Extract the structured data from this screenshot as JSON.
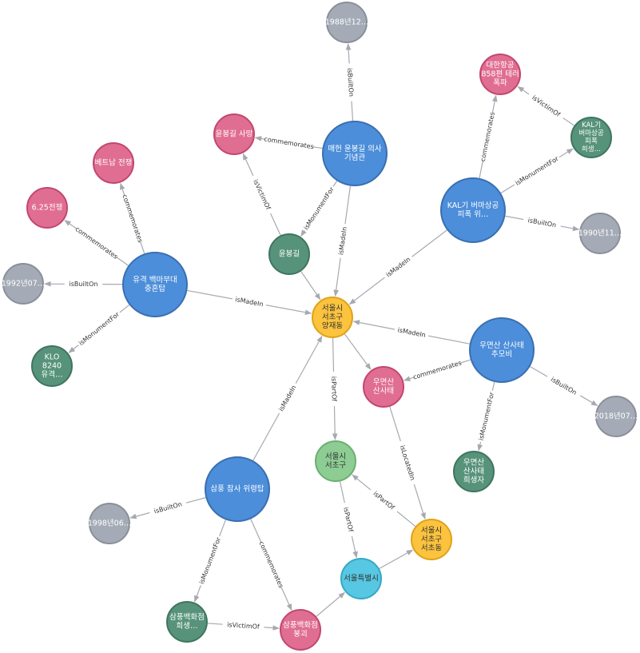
{
  "colors": {
    "monument": "#4c8eda",
    "event": "#e06e92",
    "date": "#a5abb6",
    "victim": "#57937a",
    "place_gold": "#fbc33e",
    "place_green": "#8dcc93",
    "place_cyan": "#57c7e3",
    "edge": "#a6a9b0"
  },
  "nodes": [
    {
      "id": "yangjae",
      "label": "서울시\n서초구\n양재동",
      "kind": "place_gold"
    },
    {
      "id": "yunbong_memorial",
      "label": "매헌 윤봉길 의사\n기념관",
      "kind": "monument"
    },
    {
      "id": "d1988",
      "label": "1988년12…",
      "kind": "date"
    },
    {
      "id": "yunbong_death",
      "label": "윤봉길 사망",
      "kind": "event"
    },
    {
      "id": "yunbonggil",
      "label": "윤봉길",
      "kind": "victim"
    },
    {
      "id": "kal_event",
      "label": "대한항공\n858편 테러\n폭파",
      "kind": "event"
    },
    {
      "id": "kal_victims",
      "label": "KAL기\n버마상공\n피폭\n희생…",
      "kind": "victim"
    },
    {
      "id": "kal_monument",
      "label": "KAL기 버마상공\n피폭 위…",
      "kind": "monument"
    },
    {
      "id": "d1990",
      "label": "1990년11…",
      "kind": "date"
    },
    {
      "id": "vietnam",
      "label": "베트남 전쟁",
      "kind": "event"
    },
    {
      "id": "korean_war",
      "label": "6.25전쟁",
      "kind": "event"
    },
    {
      "id": "d1992",
      "label": "1992년07…",
      "kind": "date"
    },
    {
      "id": "baekma",
      "label": "유격 백마부대\n충혼탑",
      "kind": "monument"
    },
    {
      "id": "klo",
      "label": "KLO\n8240\n유격…",
      "kind": "victim"
    },
    {
      "id": "umyeon_monument",
      "label": "우면산 산사태\n추모비",
      "kind": "monument"
    },
    {
      "id": "umyeon_event",
      "label": "우면산\n산사태",
      "kind": "event"
    },
    {
      "id": "d2018",
      "label": "2018년07…",
      "kind": "date"
    },
    {
      "id": "umyeon_victims",
      "label": "우면산\n산사태\n희생자",
      "kind": "victim"
    },
    {
      "id": "seocho",
      "label": "서울시\n서초구",
      "kind": "place_green"
    },
    {
      "id": "sampoong_monument",
      "label": "삼풍 참사 위령탑",
      "kind": "monument"
    },
    {
      "id": "d1998",
      "label": "1998년06…",
      "kind": "date"
    },
    {
      "id": "seoul",
      "label": "서울특별시",
      "kind": "place_cyan"
    },
    {
      "id": "seochodong",
      "label": "서울시\n서초구\n서초동",
      "kind": "place_gold"
    },
    {
      "id": "sampoong_victims",
      "label": "삼풍백화점\n희생…",
      "kind": "victim"
    },
    {
      "id": "sampoong_collapse",
      "label": "삼풍백화점\n붕괴",
      "kind": "event"
    }
  ],
  "edges": [
    {
      "from": "yunbong_memorial",
      "to": "d1988",
      "label": "isBuiltOn"
    },
    {
      "from": "yunbong_memorial",
      "to": "yunbong_death",
      "label": "commemorates"
    },
    {
      "from": "yunbong_memorial",
      "to": "yunbonggil",
      "label": "isMonumentFor"
    },
    {
      "from": "yunbong_memorial",
      "to": "yangjae",
      "label": "isMadeIn"
    },
    {
      "from": "yunbonggil",
      "to": "yunbong_death",
      "label": "isVictimOf"
    },
    {
      "from": "yunbonggil",
      "to": "yangjae",
      "label": ""
    },
    {
      "from": "kal_victims",
      "to": "kal_event",
      "label": "isVictimOf"
    },
    {
      "from": "kal_monument",
      "to": "kal_event",
      "label": "commemorates"
    },
    {
      "from": "kal_monument",
      "to": "kal_victims",
      "label": "isMonumentFor"
    },
    {
      "from": "kal_monument",
      "to": "d1990",
      "label": "isBuiltOn"
    },
    {
      "from": "kal_monument",
      "to": "yangjae",
      "label": "isMadeIn"
    },
    {
      "from": "baekma",
      "to": "vietnam",
      "label": "commemorates"
    },
    {
      "from": "baekma",
      "to": "korean_war",
      "label": "commemorates"
    },
    {
      "from": "baekma",
      "to": "d1992",
      "label": "isBuiltOn"
    },
    {
      "from": "baekma",
      "to": "klo",
      "label": "isMonumentFor"
    },
    {
      "from": "baekma",
      "to": "yangjae",
      "label": "isMadeIn"
    },
    {
      "from": "umyeon_monument",
      "to": "yangjae",
      "label": "isMadeIn"
    },
    {
      "from": "umyeon_monument",
      "to": "umyeon_event",
      "label": "commemorates"
    },
    {
      "from": "umyeon_monument",
      "to": "d2018",
      "label": "isBuiltOn"
    },
    {
      "from": "umyeon_monument",
      "to": "umyeon_victims",
      "label": "isMonumentFor"
    },
    {
      "from": "yangjae",
      "to": "umyeon_event",
      "label": ""
    },
    {
      "from": "yangjae",
      "to": "seocho",
      "label": "isPartOf"
    },
    {
      "from": "umyeon_event",
      "to": "seochodong",
      "label": "isLocatedIn"
    },
    {
      "from": "sampoong_monument",
      "to": "yangjae",
      "label": "isMadeIn"
    },
    {
      "from": "sampoong_monument",
      "to": "d1998",
      "label": "isBuiltOn"
    },
    {
      "from": "sampoong_monument",
      "to": "sampoong_victims",
      "label": "isMonumentFor"
    },
    {
      "from": "sampoong_monument",
      "to": "sampoong_collapse",
      "label": "commemorates"
    },
    {
      "from": "sampoong_victims",
      "to": "sampoong_collapse",
      "label": "isVictimOf"
    },
    {
      "from": "seocho",
      "to": "seoul",
      "label": "isPartOf"
    },
    {
      "from": "seochodong",
      "to": "seocho",
      "label": "isPartOf"
    },
    {
      "from": "seoul",
      "to": "seochodong",
      "label": ""
    },
    {
      "from": "sampoong_collapse",
      "to": "seoul",
      "label": ""
    }
  ]
}
